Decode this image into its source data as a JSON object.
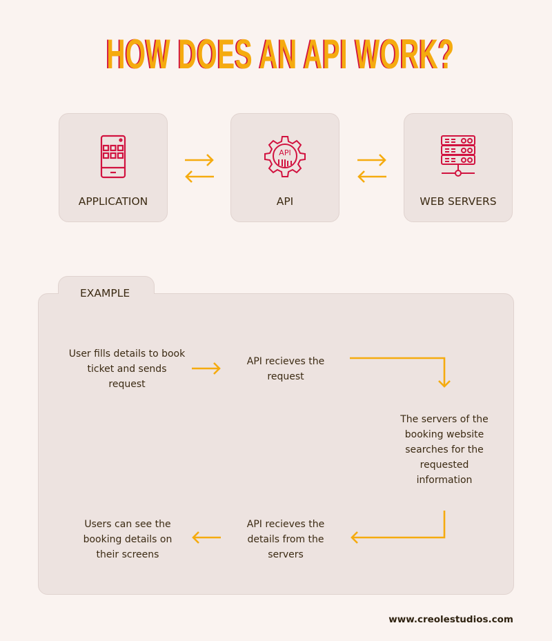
{
  "title": "HOW DOES AN API WORK?",
  "components": [
    {
      "label": "APPLICATION",
      "icon": "smartphone-icon"
    },
    {
      "label": "API",
      "icon": "api-gear-icon"
    },
    {
      "label": "WEB SERVERS",
      "icon": "server-rack-icon"
    }
  ],
  "example": {
    "tab_label": "EXAMPLE",
    "steps": [
      "User fills details to book ticket and sends request",
      "API recieves the request",
      "The servers of the booking website searches for the requested information",
      "API recieves the details from the servers",
      "Users can see the booking details on their screens"
    ]
  },
  "footer": "www.creolestudios.com",
  "colors": {
    "background": "#faf3f0",
    "card": "#ede3e0",
    "accent_red": "#d1123f",
    "accent_orange": "#f5ab0f",
    "text": "#3b2a12"
  }
}
